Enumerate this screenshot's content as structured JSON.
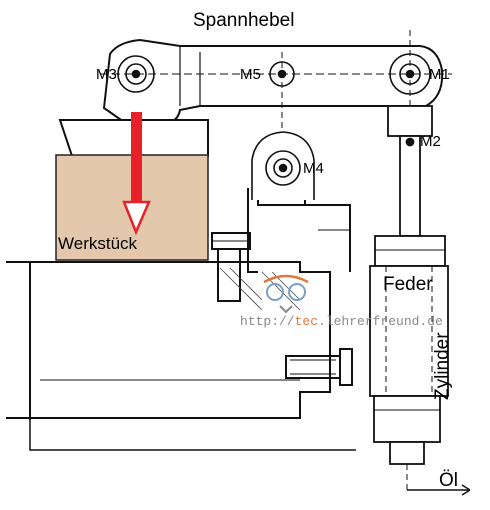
{
  "title": "Spannhebel",
  "points": {
    "m1": "M1",
    "m2": "M2",
    "m3": "M3",
    "m4": "M4",
    "m5": "M5"
  },
  "labels": {
    "workpiece": "Werkstück",
    "spring": "Feder",
    "cylinder": "Zylinder",
    "oil": "Öl"
  },
  "watermark": {
    "prefix": "http://",
    "highlight": "tec",
    "suffix": ".lehrerfreund.de"
  },
  "colors": {
    "workpiece_fill": "#e3c8ac",
    "arrow_red": "#e8202a",
    "line": "#111111",
    "background": "#ffffff"
  }
}
